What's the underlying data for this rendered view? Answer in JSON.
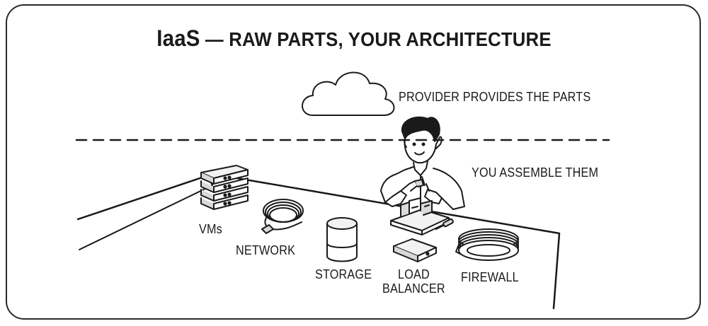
{
  "title": {
    "main": "IaaS",
    "dash": "—",
    "sub": "RAW PARTS, YOUR ARCHITECTURE"
  },
  "annotations": {
    "provider": "PROVIDER PROVIDES THE PARTS",
    "you": "YOU ASSEMBLE THEM"
  },
  "components": {
    "vms": "VMs",
    "network": "NETWORK",
    "storage": "STORAGE",
    "load_balancer_line1": "LOAD",
    "load_balancer_line2": "BALANCER",
    "firewall": "FIREWALL"
  },
  "colors": {
    "ink": "#1a1a1a",
    "fill_gray": "#d9d9d9",
    "fill_light": "#f2f2f2",
    "paper": "#ffffff"
  }
}
